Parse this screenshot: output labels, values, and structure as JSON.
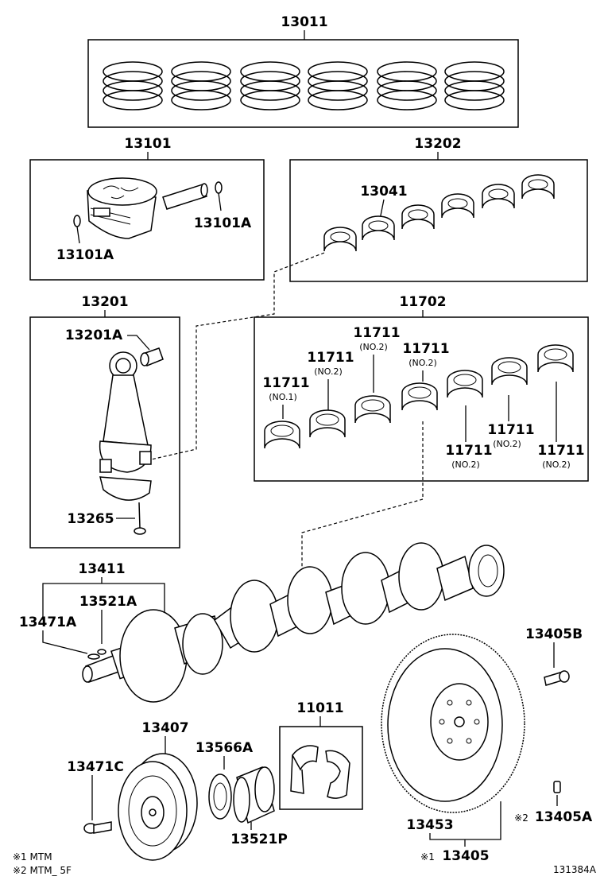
{
  "labels": {
    "p13011": "13011",
    "p13101": "13101",
    "p13101a_left": "13101A",
    "p13101a_right": "13101A",
    "p13202": "13202",
    "p13041": "13041",
    "p13201": "13201",
    "p13201a": "13201A",
    "p13265": "13265",
    "p11702": "11702",
    "p11711_a": "11711",
    "p11711_b": "11711",
    "p11711_c": "11711",
    "p11711_d": "11711",
    "p11711_e": "11711",
    "p11711_f": "11711",
    "p11711_g": "11711",
    "p13411": "13411",
    "p13521a": "13521A",
    "p13471a": "13471A",
    "p13405b": "13405B",
    "p11011": "11011",
    "p13407": "13407",
    "p13566a": "13566A",
    "p13471c": "13471C",
    "p13521p": "13521P",
    "p13453": "13453",
    "p13405a": "13405A",
    "p13405": "13405"
  },
  "sublabels": {
    "no1": "(NO.1)",
    "no2_a": "(NO.2)",
    "no2_b": "(NO.2)",
    "no2_c": "(NO.2)",
    "no2_d": "(NO.2)",
    "no2_e": "(NO.2)",
    "no2_f": "(NO.2)"
  },
  "notes": {
    "mark1_inline": "※1",
    "mark2_inline": "※2",
    "legend1": "※1  MTM",
    "legend2": "※2  MTM_ 5F"
  },
  "figure_id": "131384A"
}
